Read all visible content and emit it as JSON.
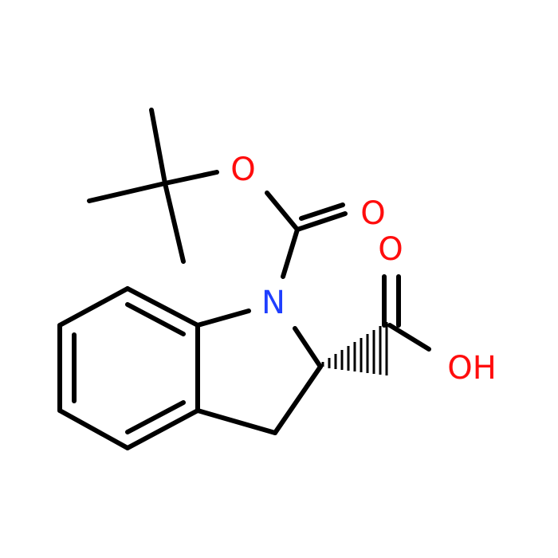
{
  "molecule": {
    "atoms": [
      {
        "id": "n1",
        "symbol": "N",
        "color": "#1f3fff"
      },
      {
        "id": "o_ester",
        "symbol": "O",
        "color": "#ff0d0d"
      },
      {
        "id": "o_carbonyl",
        "symbol": "O",
        "color": "#ff0d0d"
      },
      {
        "id": "o_acid",
        "symbol": "O",
        "color": "#ff0d0d"
      },
      {
        "id": "oh_acid",
        "symbol": "OH",
        "color": "#ff0d0d"
      }
    ],
    "bond_color": "#000000"
  }
}
